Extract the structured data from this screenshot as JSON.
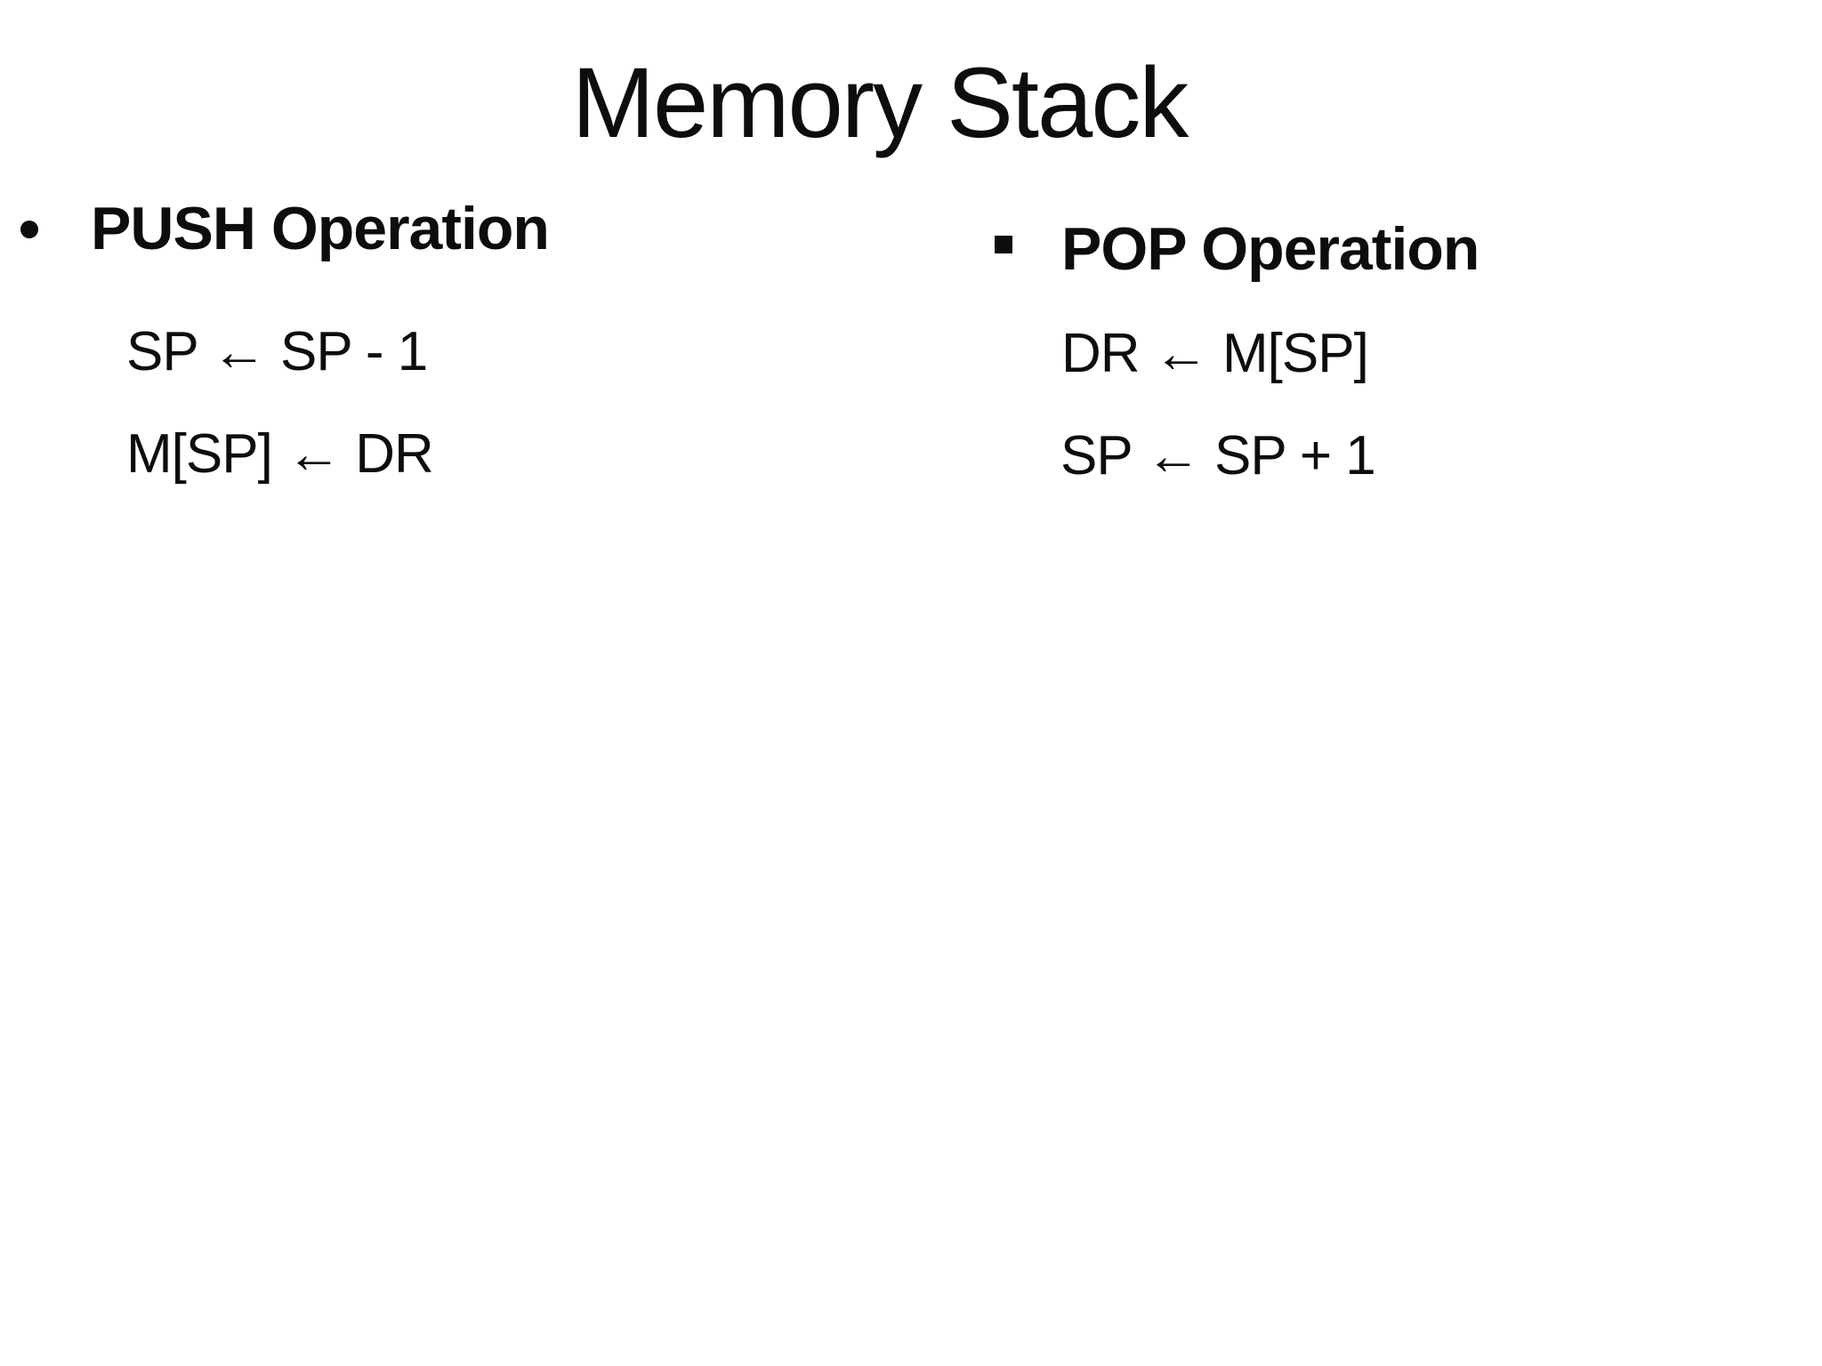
{
  "slide": {
    "title": "Memory Stack",
    "sections": [
      {
        "heading": "PUSH Operation",
        "bullet_style": "disc",
        "lines": [
          "SP ← SP - 1",
          "M[SP] ← DR"
        ]
      },
      {
        "heading": "POP Operation",
        "bullet_style": "square",
        "lines": [
          "DR ← M[SP]",
          "SP ← SP + 1"
        ]
      }
    ],
    "colors": {
      "background": "#ffffff",
      "text": "#0d0d0d"
    }
  }
}
